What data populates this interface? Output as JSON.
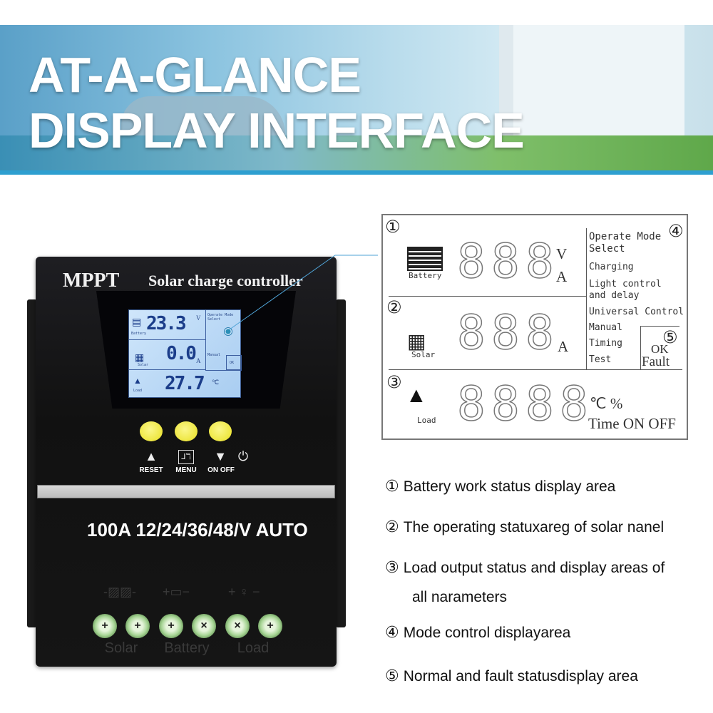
{
  "banner": {
    "line1": "AT-A-GLANCE",
    "line2": "DISPLAY INTERFACE"
  },
  "device": {
    "brand": "MPPT",
    "subtitle": "Solar charge controller",
    "lcd": {
      "battery_label": "Battery",
      "battery_value": "23.3",
      "battery_unit": "V",
      "solar_label": "Solar",
      "solar_value": "0.0",
      "solar_unit": "A",
      "load_label": "Load",
      "load_value": "27.7",
      "load_unit": "℃",
      "mode_title": "Operate Mode Select",
      "mode_value": "Manual",
      "status": "OK"
    },
    "buttons": [
      {
        "label": "RESET",
        "icon": "up-plus-triangle-icon"
      },
      {
        "label": "MENU",
        "icon": "menu-enter-icon"
      },
      {
        "label": "ON OFF",
        "icon": "down-minus-triangle-power-icon"
      }
    ],
    "rating": "100A 12/24/36/48/V AUTO",
    "terminal_groups": [
      "Solar",
      "Battery",
      "Load"
    ],
    "terminal_icons": [
      "solar-panel-icon",
      "battery-icon",
      "bulb-icon"
    ],
    "button_color": "#f0ea3a",
    "lcd_color": "#b9d8f6"
  },
  "diagram": {
    "markers": [
      "①",
      "②",
      "③",
      "④",
      "⑤"
    ],
    "battery_label": "Battery",
    "solar_label": "Solar",
    "load_label": "Load",
    "units_1": [
      "V",
      "A"
    ],
    "units_2": "A",
    "units_3a": "℃  %",
    "units_3b": "Time ON OFF",
    "digit": "8",
    "modes": [
      "Operate Mode",
      "Select",
      "Charging",
      "Light control",
      "and delay",
      "Universal Control",
      "Manual",
      "Timing",
      "Test"
    ],
    "status": [
      "OK",
      "Fault"
    ]
  },
  "legend": [
    {
      "num": "①",
      "text": "Battery work status display area"
    },
    {
      "num": "②",
      "text": "The operating statuxareg of solar nanel"
    },
    {
      "num": "③",
      "text": "Load output status and display areas of"
    },
    {
      "num": "",
      "text": "all narameters"
    },
    {
      "num": "④",
      "text": "Mode control displayarea"
    },
    {
      "num": "⑤",
      "text": "Normal and fault statusdisplay area"
    }
  ]
}
